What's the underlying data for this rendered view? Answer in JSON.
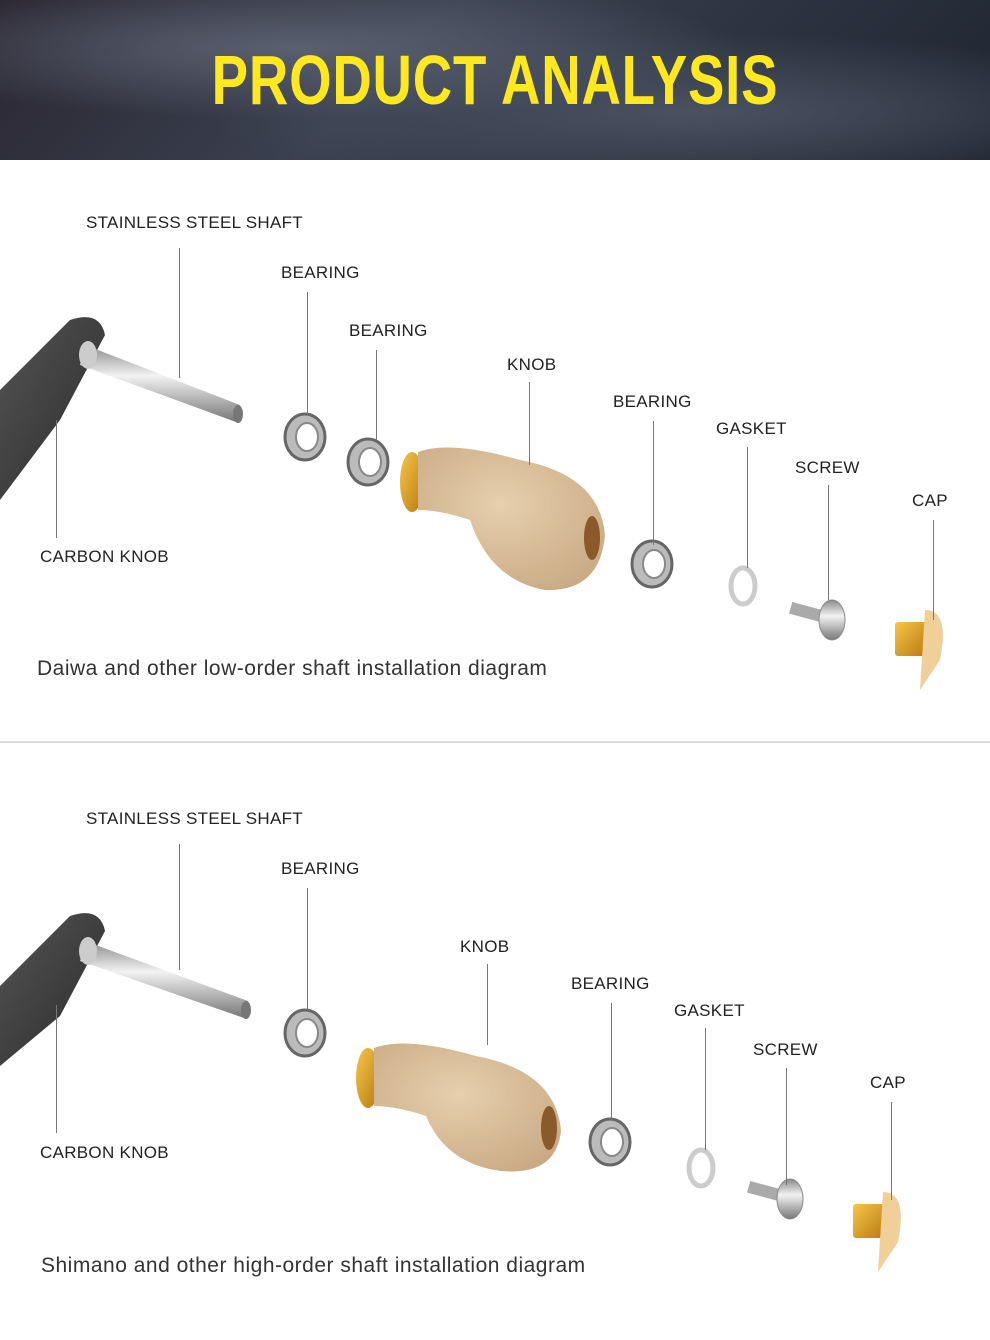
{
  "header": {
    "title": "PRODUCT ANALYSIS"
  },
  "diagrams": [
    {
      "labels": {
        "shaft": "STAINLESS STEEL SHAFT",
        "bearing1": "BEARING",
        "bearing2": "BEARING",
        "knob": "KNOB",
        "bearing3": "BEARING",
        "gasket": "GASKET",
        "screw": "SCREW",
        "cap": "CAP",
        "carbon_knob": "CARBON KNOB"
      },
      "caption": "Daiwa and other low-order shaft installation diagram"
    },
    {
      "labels": {
        "shaft": "STAINLESS STEEL SHAFT",
        "bearing1": "BEARING",
        "knob": "KNOB",
        "bearing3": "BEARING",
        "gasket": "GASKET",
        "screw": "SCREW",
        "cap": "CAP",
        "carbon_knob": "CARBON KNOB"
      },
      "caption": "Shimano and other high-order shaft installation diagram"
    }
  ],
  "colors": {
    "title": "#ffe91e",
    "cap_gold": "#e0a21a",
    "cork": "#d8bd98"
  }
}
